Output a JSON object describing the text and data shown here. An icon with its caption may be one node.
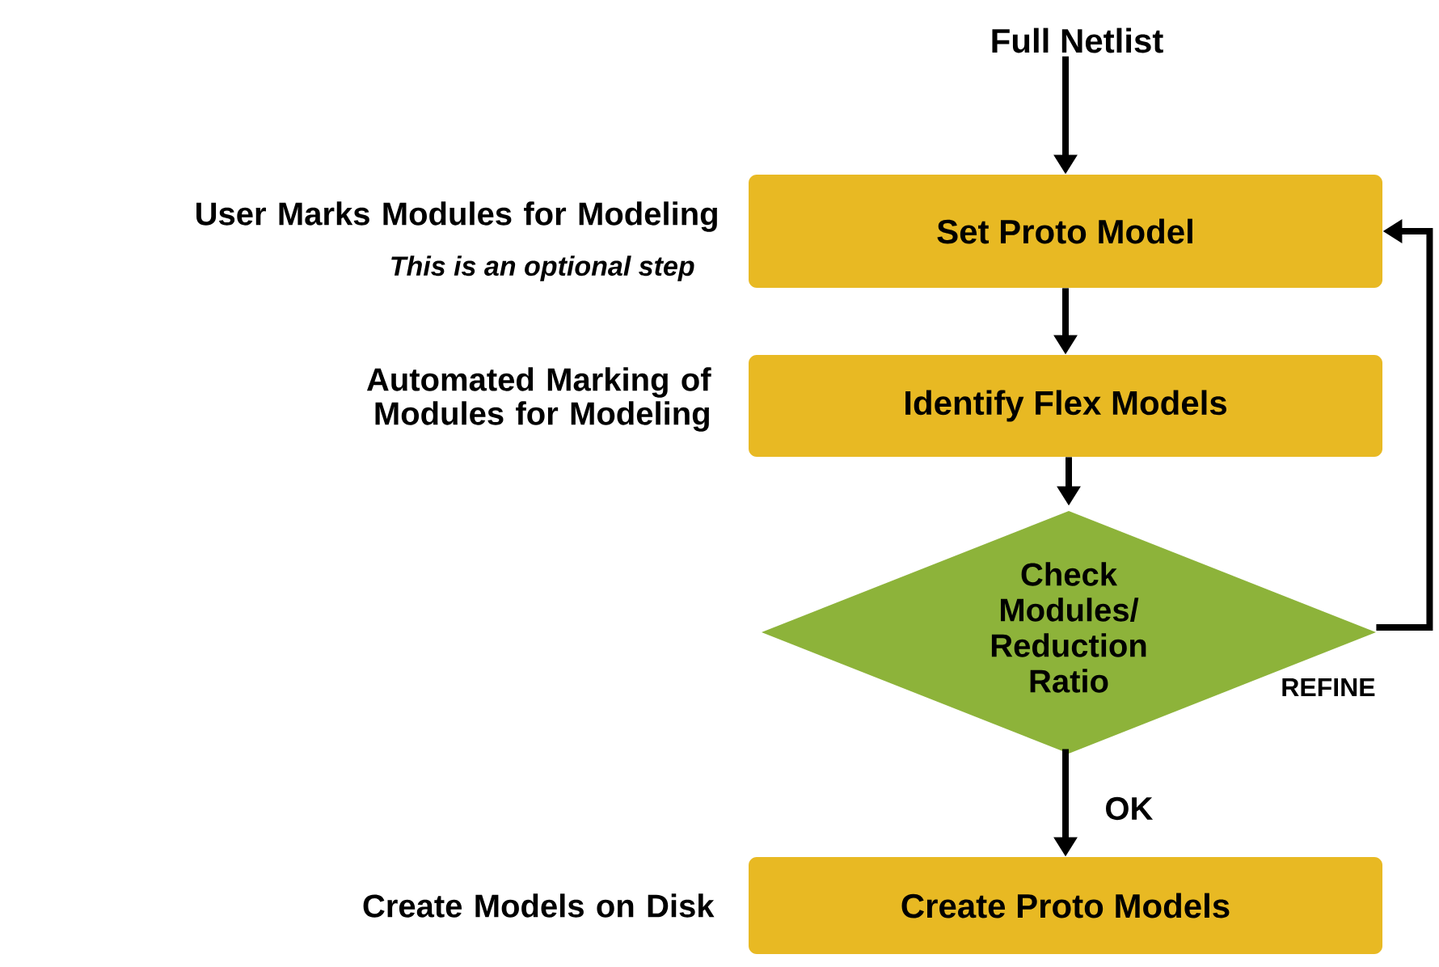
{
  "diagram": {
    "nodes": [
      {
        "text": [
          "Full Netlist"
        ]
      },
      {
        "text": [
          "Set Proto Model"
        ],
        "beside": [
          "User Marks Modules for Modeling",
          "This is an optional step"
        ]
      },
      {
        "text": [
          "Identify Flex Models"
        ],
        "beside": [
          "Automated Marking of Modules for Modeling"
        ]
      },
      {
        "text": [
          "Check Modules/ Reduction Ratio"
        ]
      },
      {
        "text": [
          "Create Proto Models"
        ],
        "beside": [
          "Create Models on Disk"
        ]
      }
    ],
    "edges": [
      {
        "from": 0,
        "to": 1,
        "arrow": "to"
      },
      {
        "from": 1,
        "to": 2,
        "arrow": "to"
      },
      {
        "from": 2,
        "to": 3,
        "arrow": "to"
      },
      {
        "from": 3,
        "to": 4,
        "arrow": "to",
        "label": "OK"
      },
      {
        "from": 3,
        "to": 1,
        "arrow": "to",
        "label": "REFINE"
      }
    ]
  }
}
